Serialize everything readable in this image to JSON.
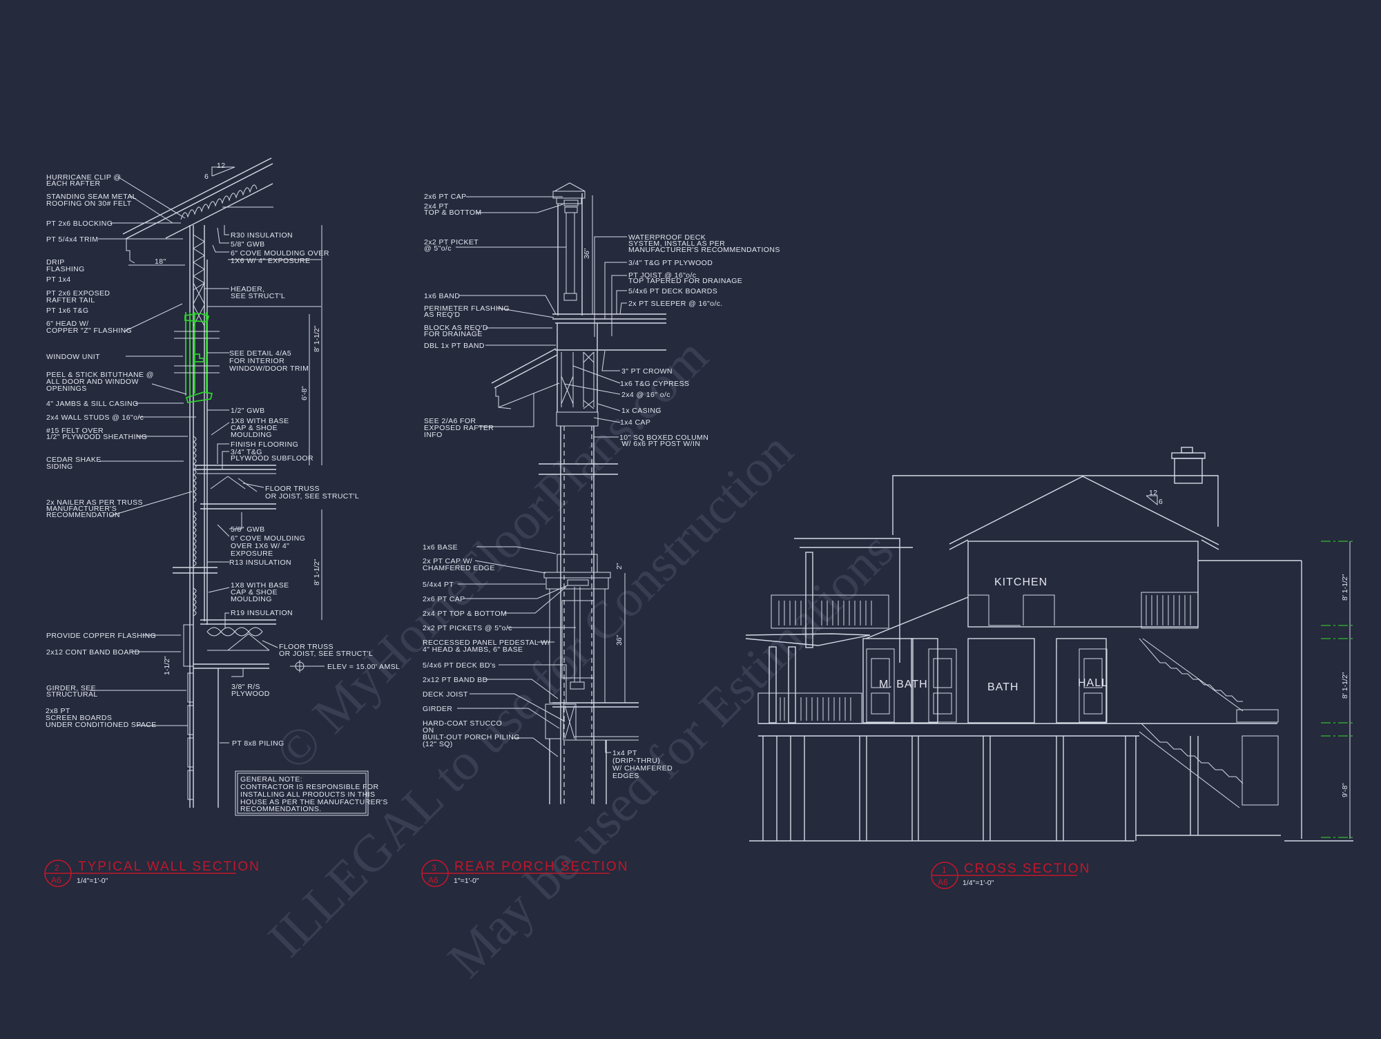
{
  "sheet": {
    "background": "#252a3d",
    "line_color": "#d8dbe6",
    "title_color": "#c4162a",
    "highlight_color": "#2fd12f"
  },
  "watermark": {
    "line1": "© MyHomeFloorPlans.com",
    "line2": "ILLEGAL to use for Construction",
    "line3": "May be used for Estimations"
  },
  "wall_section": {
    "tag_number": "2",
    "tag_sheet": "A6",
    "title": "TYPICAL WALL SECTION",
    "scale": "1/4\"=1'-0\"",
    "roof_pitch": {
      "run": "12",
      "rise": "6"
    },
    "overhang_dim": "18\"",
    "dims": {
      "upper_height": "8' 1-1/2\"",
      "window_height": "6'-8\"",
      "lower_height": "8' 1-1/2\"",
      "band": "1-1/2\""
    },
    "elevation": "ELEV = 15.00' AMSL",
    "left_labels": [
      [
        "HURRICANE CLIP @",
        "EACH RAFTER"
      ],
      [
        "STANDING SEAM METAL",
        "ROOFING ON 30# FELT"
      ],
      [
        "PT 2x6 BLOCKING"
      ],
      [
        "PT 5/4x4 TRIM"
      ],
      [
        "DRIP",
        "FLASHING"
      ],
      [
        "PT 1x4"
      ],
      [
        "PT 2x6 EXPOSED",
        "RAFTER TAIL"
      ],
      [
        "PT 1x6 T&G"
      ],
      [
        "6\" HEAD W/",
        "COPPER \"Z\" FLASHING"
      ],
      [
        "WINDOW UNIT"
      ],
      [
        "PEEL & STICK BITUTHANE @",
        "ALL DOOR AND WINDOW",
        "OPENINGS"
      ],
      [
        "4\" JAMBS & SILL CASING"
      ],
      [
        "2x4 WALL STUDS @ 16\"o/c"
      ],
      [
        "#15 FELT OVER",
        "1/2\" PLYWOOD SHEATHING"
      ],
      [
        "CEDAR SHAKE",
        "SIDING"
      ],
      [
        "2x NAILER AS PER TRUSS",
        "MANUFACTURER'S",
        "RECOMMENDATION"
      ],
      [
        "PROVIDE COPPER FLASHING"
      ],
      [
        "2x12 CONT BAND BOARD"
      ],
      [
        "GIRDER, SEE",
        "STRUCTURAL"
      ],
      [
        "2x8 PT",
        "SCREEN BOARDS",
        "UNDER CONDITIONED SPACE"
      ]
    ],
    "right_labels": [
      [
        "R30 INSULATION"
      ],
      [
        "5/8\" GWB"
      ],
      [
        "6\" COVE MOULDING OVER",
        "1X6 W/ 4\" EXPOSURE"
      ],
      [
        "HEADER,",
        "SEE STRUCT'L"
      ],
      [
        "SEE DETAIL 4/A5",
        "FOR  INTERIOR",
        "WINDOW/DOOR TRIM"
      ],
      [
        "1/2\" GWB"
      ],
      [
        "1X8 WITH BASE",
        "CAP & SHOE",
        "MOULDING"
      ],
      [
        "FINISH FLOORING"
      ],
      [
        "3/4\" T&G",
        "PLYWOOD SUBFLOOR"
      ],
      [
        "FLOOR TRUSS",
        "OR JOIST, SEE STRUCT'L"
      ],
      [
        "5/8\" GWB"
      ],
      [
        "6\" COVE MOULDING",
        "OVER 1X6 W/ 4\"",
        "EXPOSURE"
      ],
      [
        "R13 INSULATION"
      ],
      [
        "1X8 WITH BASE",
        "CAP & SHOE",
        "MOULDING"
      ],
      [
        "R19 INSULATION"
      ],
      [
        "FLOOR TRUSS",
        "OR JOIST, SEE STRUCT'L"
      ],
      [
        "3/8\" R/S",
        "PLYWOOD"
      ],
      [
        "PT 8x8 PILING"
      ]
    ],
    "general_note": [
      "GENERAL NOTE:",
      "CONTRACTOR IS RESPONSIBLE FOR",
      "INSTALLING ALL PRODUCTS IN THIS",
      "HOUSE AS PER THE MANUFACTURER'S",
      "RECOMMENDATIONS."
    ]
  },
  "porch_section": {
    "tag_number": "3",
    "tag_sheet": "A6",
    "title": "REAR PORCH SECTION",
    "scale": "1\"=1'-0\"",
    "dims": {
      "rail_upper": "36\"",
      "rail_lower": "36\"",
      "cap": "2\""
    },
    "left_labels": [
      [
        "2x6 PT CAP"
      ],
      [
        "2x4 PT",
        "TOP & BOTTOM"
      ],
      [
        "2x2 PT PICKET",
        "@ 5\"o/c"
      ],
      [
        "1x6 BAND"
      ],
      [
        "PERIMETER FLASHING",
        "AS REQ'D"
      ],
      [
        "BLOCK AS REQ'D",
        "FOR DRAINAGE"
      ],
      [
        "DBL 1x PT BAND"
      ],
      [
        "SEE 2/A6 FOR",
        "EXPOSED RAFTER",
        "INFO"
      ],
      [
        "1x6 BASE"
      ],
      [
        "2x PT CAP W/",
        "CHAMFERED EDGE"
      ],
      [
        "5/4x4 PT"
      ],
      [
        "2x6 PT CAP"
      ],
      [
        "2x4 PT TOP & BOTTOM"
      ],
      [
        "2x2 PT PICKETS @ 5\"o/c"
      ],
      [
        "RECCESSED PANEL PEDESTAL W/",
        "4\" HEAD & JAMBS, 6\" BASE"
      ],
      [
        "5/4x6 PT DECK BD's"
      ],
      [
        "2x12 PT BAND BD"
      ],
      [
        "DECK JOIST"
      ],
      [
        "GIRDER"
      ],
      [
        "HARD-COAT STUCCO",
        "ON",
        "BUILT-OUT PORCH PILING",
        "(12\" SQ)"
      ]
    ],
    "right_labels": [
      [
        "WATERPROOF DECK",
        "SYSTEM, INSTALL AS PER",
        "MANUFACTURER'S RECOMMENDATIONS"
      ],
      [
        "3/4\" T&G PT PLYWOOD"
      ],
      [
        "PT JOIST @ 16\"o/c",
        "TOP TAPERED FOR DRAINAGE"
      ],
      [
        "5/4x6 PT DECK BOARDS"
      ],
      [
        "2x PT SLEEPER @ 16\"o/c."
      ],
      [
        "3\" PT CROWN"
      ],
      [
        "1x6 T&G CYPRESS"
      ],
      [
        "2x4 @ 16\" o/c"
      ],
      [
        "1x CASING"
      ],
      [
        "1x4 CAP"
      ],
      [
        "10\" SQ BOXED COLUMN",
        " W/ 6x6 PT POST W/IN"
      ],
      [
        "1x4 PT",
        "(DRIP-THRU)",
        "W/ CHAMFERED",
        "EDGES"
      ]
    ]
  },
  "cross_section": {
    "tag_number": "1",
    "tag_sheet": "A6",
    "title": "CROSS SECTION",
    "scale": "1/4\"=1'-0\"",
    "roof_pitch": {
      "run": "12",
      "rise": "6"
    },
    "rooms": [
      "KITCHEN",
      "M. BATH",
      "BATH",
      "HALL"
    ],
    "level_dims": [
      "8' 1-1/2\"",
      "8' 1-1/2\"",
      "9'-8\""
    ]
  }
}
